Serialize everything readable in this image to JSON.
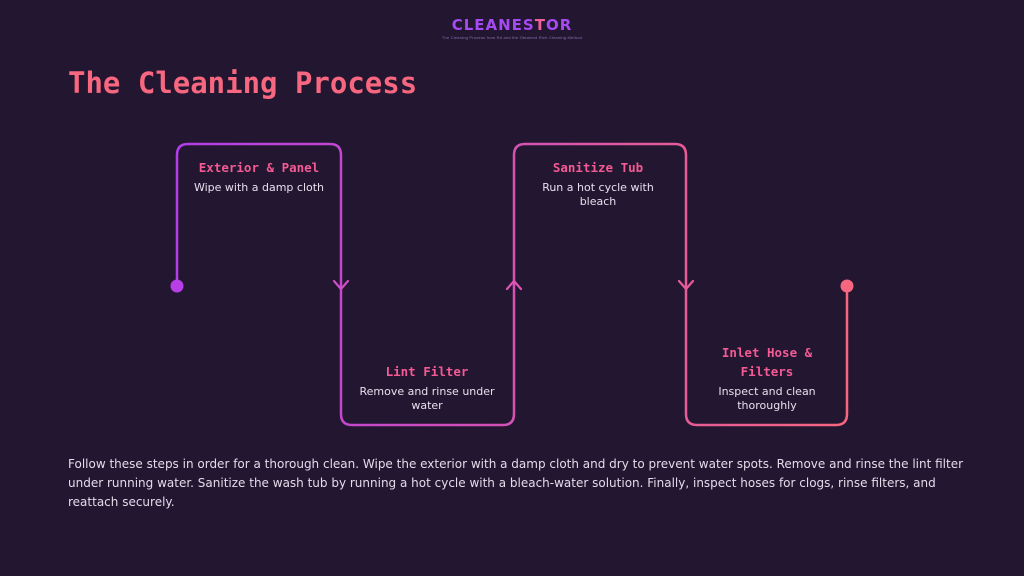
{
  "logo": {
    "word_start": "CLEANES",
    "word_accent": "T",
    "word_end": "OR",
    "tagline": "The Cleaning Process from Rd and the Obtained Rich Cleaning Method"
  },
  "title": "The Cleaning Process",
  "steps": [
    {
      "title": "Exterior & Panel",
      "desc": "Wipe with a damp cloth"
    },
    {
      "title": "Lint Filter",
      "desc": "Remove and rinse under water"
    },
    {
      "title": "Sanitize Tub",
      "desc": "Run a hot cycle with bleach"
    },
    {
      "title": "Inlet Hose & Filters",
      "desc": "Inspect and clean thoroughly"
    }
  ],
  "summary": "Follow these steps in order for a thorough clean. Wipe the exterior with a damp cloth and dry to prevent water spots. Remove and rinse the lint filter under running water. Sanitize the wash tub by running a hot cycle with a bleach-water solution. Finally, inspect hoses for clogs, rinse filters, and reattach securely.",
  "colors": {
    "background": "#231630",
    "gradient_start": "#b23ee8",
    "gradient_end": "#f7667f",
    "step_title": "#f45a93"
  }
}
